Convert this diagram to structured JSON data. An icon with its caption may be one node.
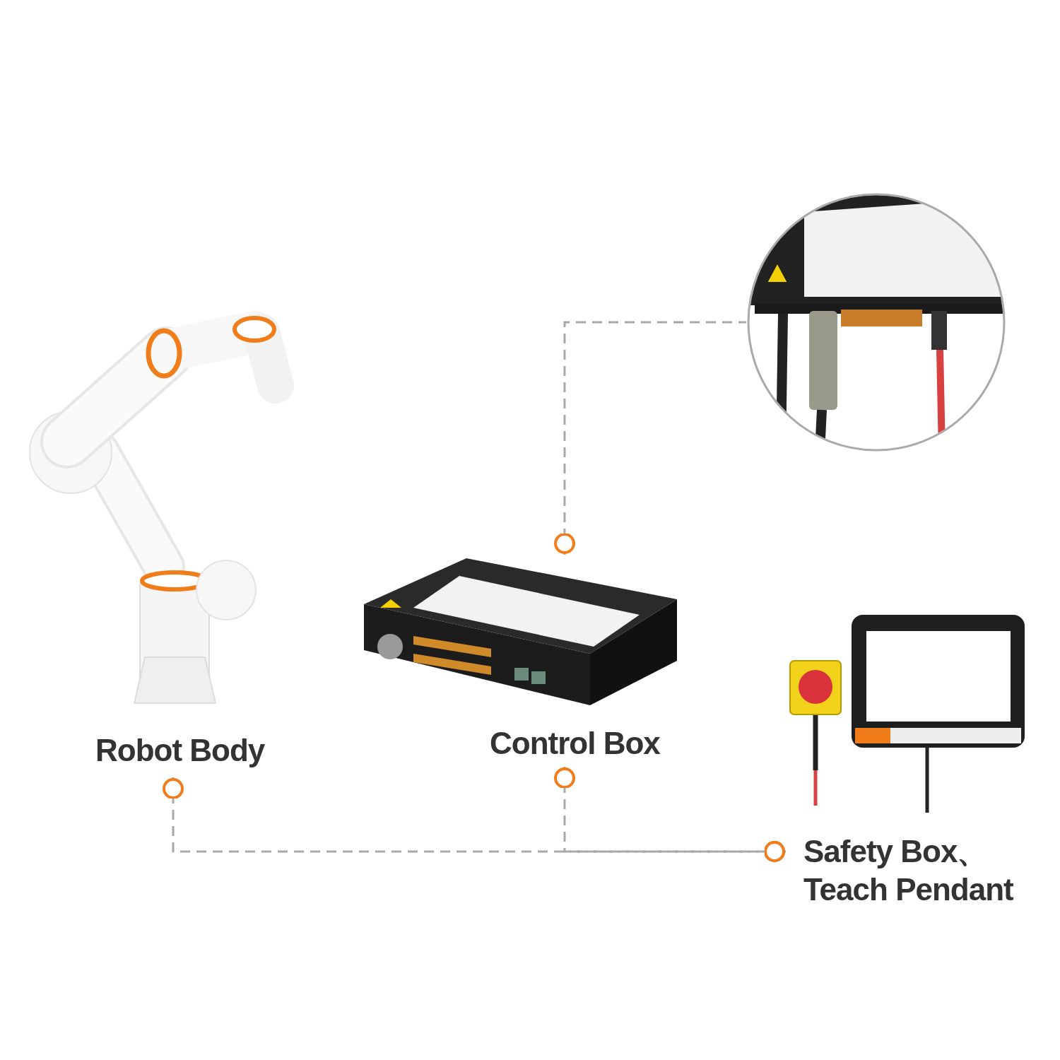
{
  "diagram": {
    "nodes": [
      {
        "text": [
          "Robot Body"
        ]
      },
      {
        "text": [
          "Control Box"
        ]
      },
      {
        "text": [
          "Safety Box、 Teach Pendant"
        ]
      },
      {
        "text": [],
        "shape": "picture"
      }
    ],
    "edges": [
      {
        "from": 0,
        "to": 2,
        "arrow": "other",
        "style": "dashed"
      },
      {
        "from": 1,
        "to": 2,
        "arrow": "other",
        "style": "dashed"
      },
      {
        "from": 1,
        "to": 3,
        "arrow": "other",
        "style": "dashed"
      }
    ]
  }
}
